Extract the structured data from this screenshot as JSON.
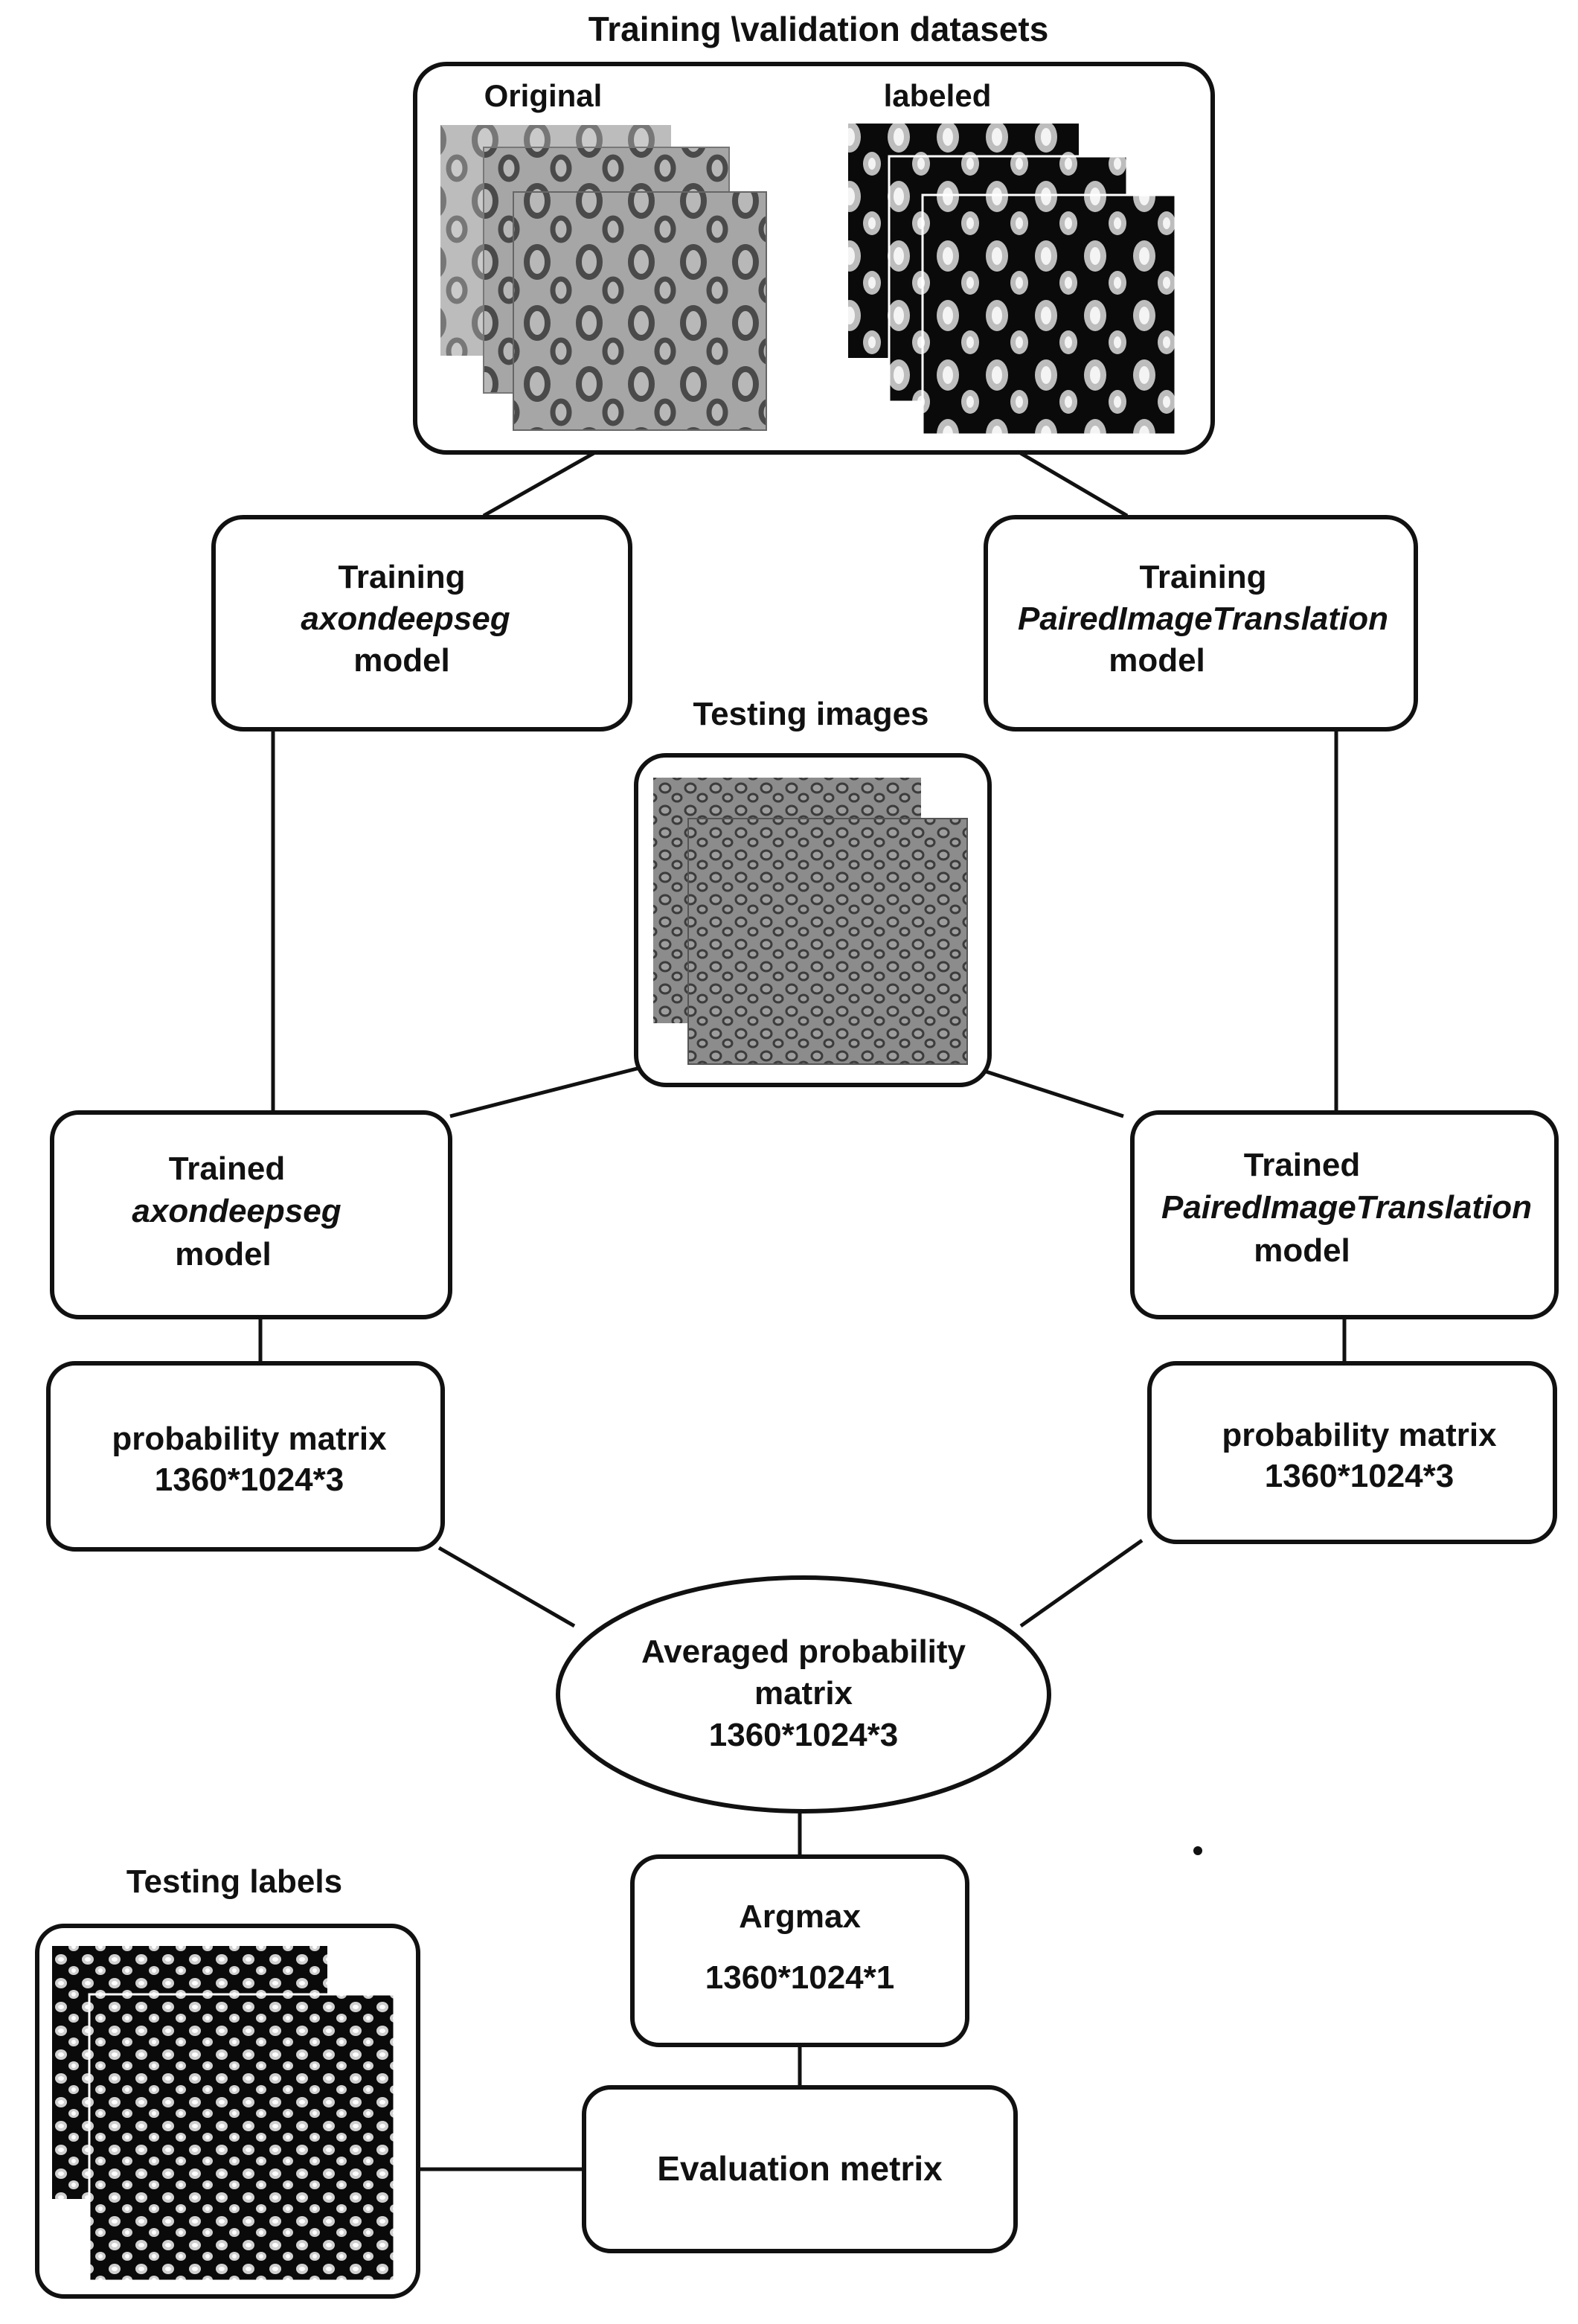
{
  "diagram": {
    "training_title": "Training \\validation datasets",
    "original_label": "Original",
    "labeled_label": "labeled",
    "train_axon": [
      "Training",
      "axondeepseg",
      "model"
    ],
    "train_pit": [
      "Training",
      "PairedImageTranslation",
      "model"
    ],
    "testing_images_label": "Testing images",
    "trained_axon": [
      "Trained",
      "axondeepseg",
      "model"
    ],
    "trained_pit": [
      "Trained",
      "PairedImageTranslation",
      "model"
    ],
    "prob_left": [
      "probability matrix",
      "1360*1024*3"
    ],
    "prob_right": [
      "probability matrix",
      "1360*1024*3"
    ],
    "averaged": [
      "Averaged probability",
      "matrix",
      "1360*1024*3"
    ],
    "argmax": [
      "Argmax",
      "1360*1024*1"
    ],
    "testing_labels_label": "Testing labels",
    "evaluation": "Evaluation metrix"
  },
  "colors": {
    "stroke": "#111111",
    "micrograph_gray": "#9a9a9a",
    "label_black": "#0a0a0a",
    "label_white": "#f2f2f2"
  }
}
